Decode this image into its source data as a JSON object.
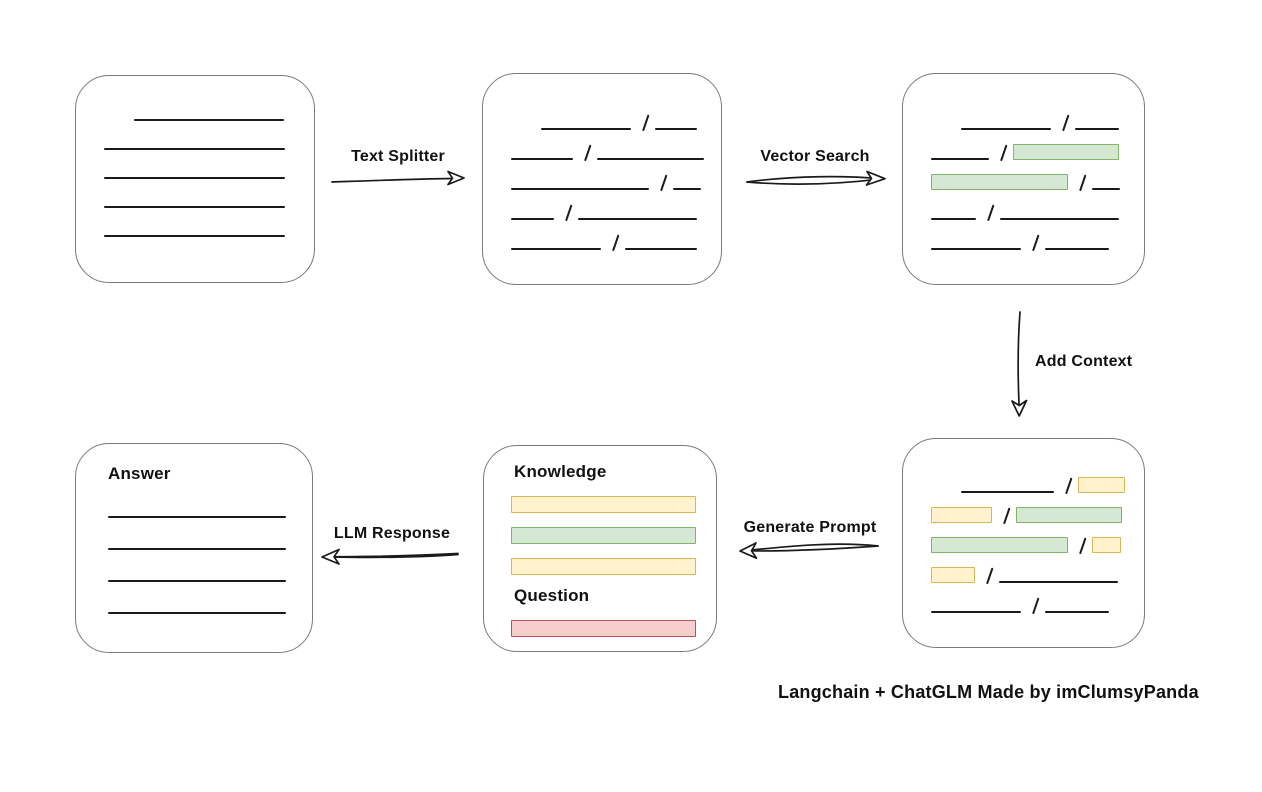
{
  "caption": "Langchain + ChatGLM Made by imClumsyPanda",
  "arrows": {
    "text_splitter": {
      "label": "Text Splitter"
    },
    "vector_search": {
      "label": "Vector Search"
    },
    "add_context": {
      "label": "Add Context"
    },
    "generate_prompt": {
      "label": "Generate Prompt"
    },
    "llm_response": {
      "label": "LLM Response"
    }
  },
  "colors": {
    "chunk_green_fill": "#d5e8d4",
    "chunk_green_border": "#82b366",
    "chunk_yellow_fill": "#fff2cc",
    "chunk_yellow_border": "#d6b656",
    "chunk_red_fill": "#f8cecc",
    "chunk_red_border": "#b85450",
    "stroke": "#1a1a1a",
    "box_border": "#7a7a7a",
    "background": "#ffffff"
  },
  "boxes": {
    "document": {
      "rows": [
        {
          "indent": 30,
          "segs": [
            {
              "t": "line",
              "w": 150
            }
          ]
        },
        {
          "indent": 0,
          "segs": [
            {
              "t": "line",
              "w": 181
            }
          ]
        },
        {
          "indent": 0,
          "segs": [
            {
              "t": "line",
              "w": 181
            }
          ]
        },
        {
          "indent": 0,
          "segs": [
            {
              "t": "line",
              "w": 181
            }
          ]
        },
        {
          "indent": 0,
          "segs": [
            {
              "t": "line",
              "w": 181
            }
          ]
        }
      ]
    },
    "split_chunks": {
      "rows": [
        {
          "indent": 30,
          "segs": [
            {
              "t": "line",
              "w": 90
            },
            {
              "t": "slash"
            },
            {
              "t": "line",
              "w": 42
            }
          ]
        },
        {
          "indent": 0,
          "segs": [
            {
              "t": "line",
              "w": 62
            },
            {
              "t": "slash"
            },
            {
              "t": "line",
              "w": 107
            }
          ]
        },
        {
          "indent": 0,
          "segs": [
            {
              "t": "line",
              "w": 138
            },
            {
              "t": "slash"
            },
            {
              "t": "line",
              "w": 28
            }
          ]
        },
        {
          "indent": 0,
          "segs": [
            {
              "t": "line",
              "w": 43
            },
            {
              "t": "slash"
            },
            {
              "t": "line",
              "w": 119
            }
          ]
        },
        {
          "indent": 0,
          "segs": [
            {
              "t": "line",
              "w": 90
            },
            {
              "t": "slash"
            },
            {
              "t": "line",
              "w": 72
            }
          ]
        }
      ]
    },
    "vector_matches": {
      "rows": [
        {
          "indent": 30,
          "segs": [
            {
              "t": "line",
              "w": 90
            },
            {
              "t": "slash"
            },
            {
              "t": "line",
              "w": 44
            }
          ]
        },
        {
          "indent": 0,
          "segs": [
            {
              "t": "line",
              "w": 58
            },
            {
              "t": "slash"
            },
            {
              "t": "green",
              "w": 104
            }
          ]
        },
        {
          "indent": 0,
          "segs": [
            {
              "t": "green",
              "w": 135
            },
            {
              "t": "slash"
            },
            {
              "t": "line",
              "w": 28
            }
          ]
        },
        {
          "indent": 0,
          "segs": [
            {
              "t": "line",
              "w": 45
            },
            {
              "t": "slash"
            },
            {
              "t": "line",
              "w": 119
            }
          ]
        },
        {
          "indent": 0,
          "segs": [
            {
              "t": "line",
              "w": 90
            },
            {
              "t": "slash"
            },
            {
              "t": "line",
              "w": 64
            }
          ]
        }
      ]
    },
    "context_chunks": {
      "rows": [
        {
          "indent": 30,
          "segs": [
            {
              "t": "line",
              "w": 93
            },
            {
              "t": "slash"
            },
            {
              "t": "yellow",
              "w": 45
            }
          ]
        },
        {
          "indent": 0,
          "segs": [
            {
              "t": "yellow",
              "w": 59
            },
            {
              "t": "slash"
            },
            {
              "t": "green",
              "w": 104
            }
          ]
        },
        {
          "indent": 0,
          "segs": [
            {
              "t": "green",
              "w": 135
            },
            {
              "t": "slash"
            },
            {
              "t": "yellow",
              "w": 27
            }
          ]
        },
        {
          "indent": 0,
          "segs": [
            {
              "t": "yellow",
              "w": 42
            },
            {
              "t": "slash"
            },
            {
              "t": "line",
              "w": 119
            }
          ]
        },
        {
          "indent": 0,
          "segs": [
            {
              "t": "line",
              "w": 90
            },
            {
              "t": "slash"
            },
            {
              "t": "line",
              "w": 64
            }
          ]
        }
      ]
    },
    "prompt": {
      "knowledge_label": "Knowledge",
      "question_label": "Question",
      "knowledge_bars": [
        "yellow",
        "green",
        "yellow"
      ],
      "question_bars": [
        "red"
      ]
    },
    "answer": {
      "label": "Answer",
      "line_count": 4
    }
  }
}
